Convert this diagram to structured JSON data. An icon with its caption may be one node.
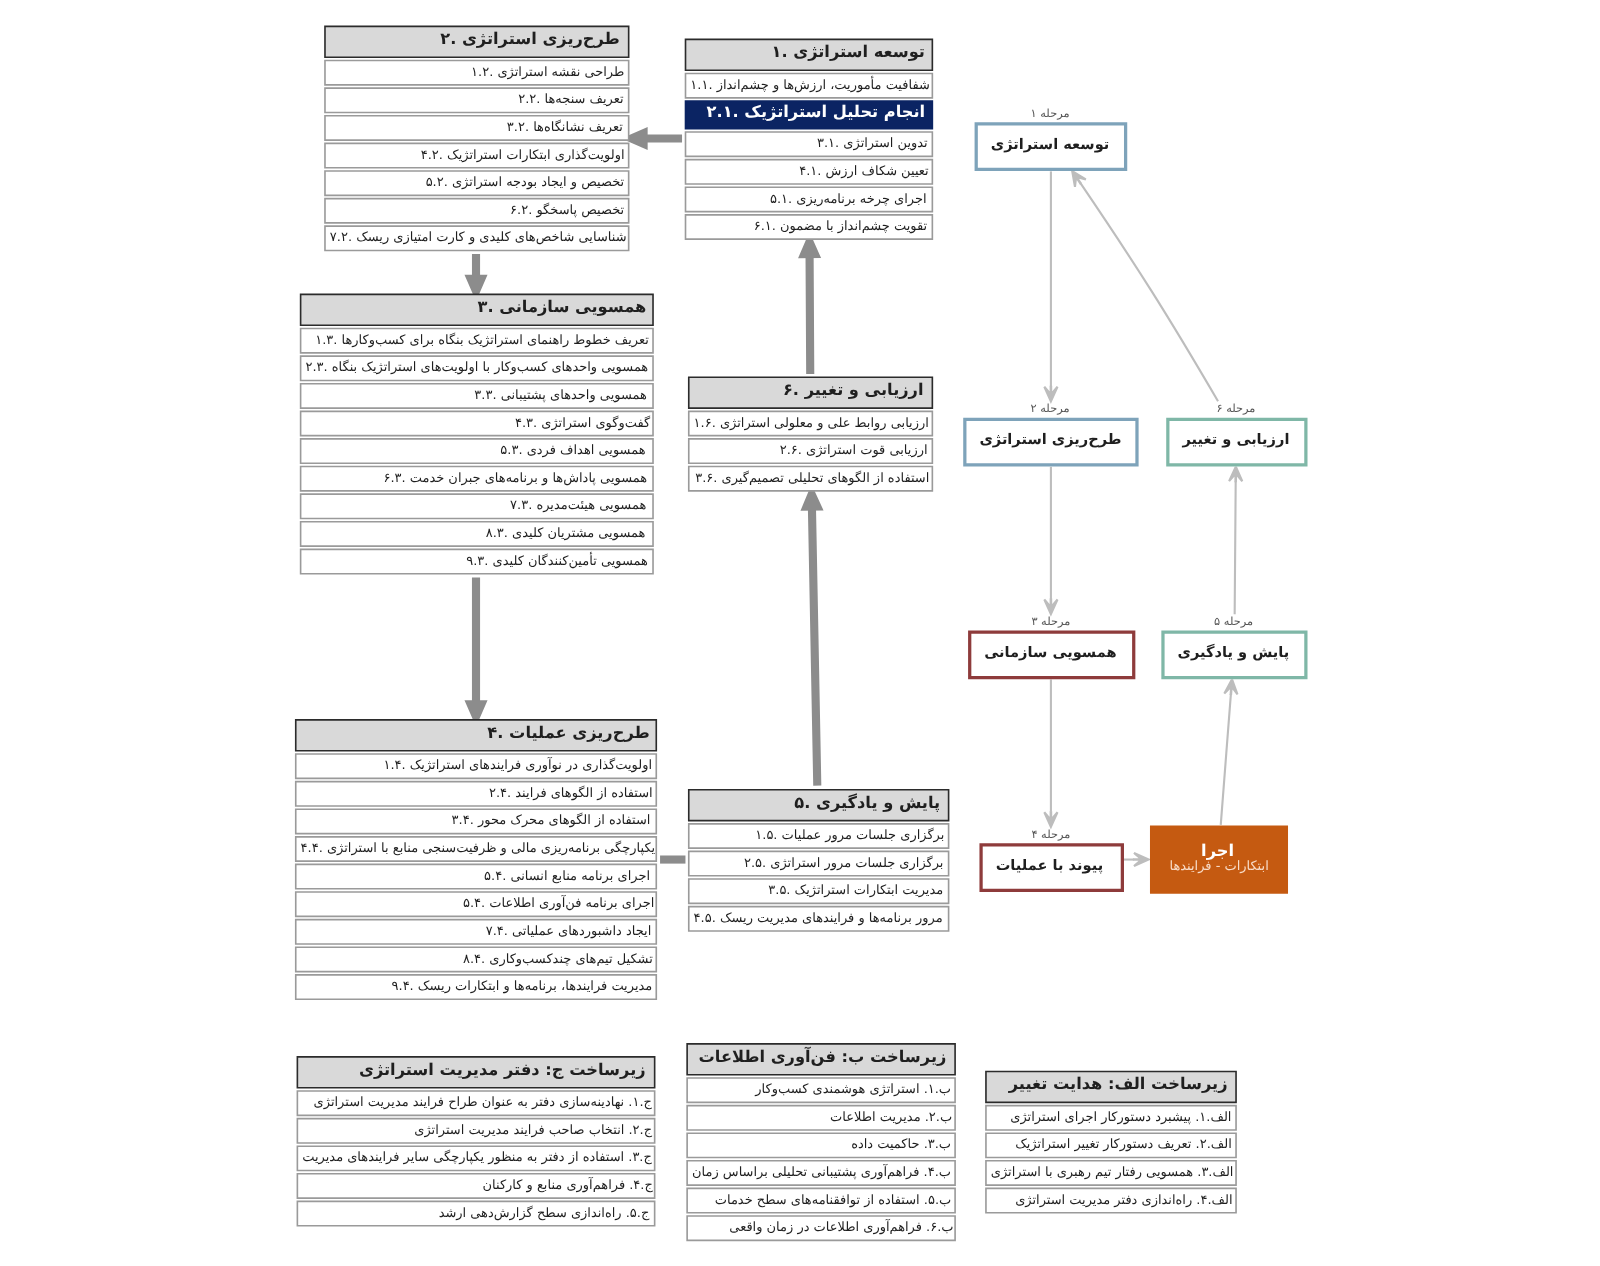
{
  "diagram": {
    "nodes": [
      {
        "text": [
          "۱. توسعه استراتژی",
          "۱.۱. شفافیت مأموریت، ارزش‌ها و چشم‌انداز",
          "۲.۱. انجام تحلیل استراتژیک",
          "۳.۱. تدوین استراتژی",
          "۴.۱. تعیین شکاف ارزش",
          "۵.۱. اجرای چرخه برنامه‌ریزی",
          "۶.۱. تقویت چشم‌انداز با مضمون"
        ]
      },
      {
        "text": [
          "۲. طرح‌ریزی استراتژی",
          "۱.۲. طراحی نقشه استراتژی",
          "۲.۲. تعریف سنجه‌ها",
          "۳.۲. تعریف نشانگاه‌ها",
          "۴.۲. اولویت‌گذاری ابتکارات استراتژیک",
          "۵.۲. تخصیص و ایجاد بودجه استراتژی",
          "۶.۲. تخصیص پاسخگو",
          "۷.۲. شناسایی شاخص‌های کلیدی و کارت امتیازی ریسک"
        ]
      },
      {
        "text": [
          "۳. همسویی سازمانی",
          "۱.۳. تعریف خطوط راهنمای استراتژیک بنگاه برای کسب‌وکارها",
          "۲.۳. همسویی واحدهای کسب‌وکار با اولویت‌های استراتژیک بنگاه",
          "۳.۳. همسویی واحدهای پشتیبانی",
          "۴.۳. گفت‌وگوی استراتژی",
          "۵.۳. همسویی اهداف فردی",
          "۶.۳. همسویی پاداش‌ها و برنامه‌های جبران خدمت",
          "۷.۳. همسویی هیئت‌مدیره",
          "۸.۳. همسویی مشتریان کلیدی",
          "۹.۳. همسویی تأمین‌کنندگان کلیدی"
        ]
      },
      {
        "text": [
          "۴. طرح‌ریزی عملیات",
          "۱.۴. اولویت‌گذاری در نوآوری فرایندهای استراتژیک",
          "۲.۴. استفاده از الگوهای فرایند",
          "۳.۴. استفاده از الگوهای محرک محور",
          "۴.۴. یکپارچگی برنامه‌ریزی مالی و ظرفیت‌سنجی منابع با استراتژی",
          "۵.۴. اجرای برنامه منابع انسانی",
          "۵.۴. اجرای برنامه فن‌آوری اطلاعات",
          "۷.۴. ایجاد داشبوردهای عملیاتی",
          "۸.۴. تشکیل تیم‌های چندکسب‌وکاری",
          "۹.۴. مدیریت فرایندها، برنامه‌ها و ابتکارات ریسک"
        ]
      },
      {
        "text": [
          "۵. پایش و یادگیری",
          "۱.۵. برگزاری جلسات مرور عملیات",
          "۲.۵. برگزاری جلسات مرور استراتژی",
          "۳.۵. مدیریت ابتکارات استراتژیک",
          "۴.۵. مرور برنامه‌ها و فرایندهای مدیریت ریسک"
        ]
      },
      {
        "text": [
          "۶. ارزیابی و تغییر",
          "۱.۶. ارزیابی روابط علی و معلولی استراتژی",
          "۲.۶. ارزیابی قوت استراتژی",
          "۳.۶. استفاده از الگوهای تحلیلی تصمیم‌گیری"
        ]
      },
      {
        "text": [
          "توسعه استراتژی"
        ],
        "beside": [
          "مرحله ۱"
        ]
      },
      {
        "text": [
          "طرح‌ریزی استراتژی"
        ],
        "beside": [
          "مرحله ۲"
        ]
      },
      {
        "text": [
          "همسویی سازمانی"
        ],
        "beside": [
          "مرحله ۳"
        ]
      },
      {
        "text": [
          "پیوند با عملیات"
        ],
        "beside": [
          "مرحله ۴"
        ]
      },
      {
        "text": [
          "اجرا",
          "ابتکارات - فرایندها"
        ]
      },
      {
        "text": [
          "پایش و یادگیری"
        ],
        "beside": [
          "مرحله ۵"
        ]
      },
      {
        "text": [
          "ارزیابی و تغییر"
        ],
        "beside": [
          "مرحله ۶"
        ]
      },
      {
        "text": [
          "زیرساخت الف: هدایت تغییر",
          "الف.۱. پیشبرد دستورکار اجرای استراتژی",
          "الف.۲. تعریف دستورکار تغییر استراتژیک",
          "الف.۳. همسویی رفتار تیم رهبری با استراتژی",
          "الف.۴. راه‌اندازی دفتر مدیریت استراتژی"
        ]
      },
      {
        "text": [
          "زیرساخت ب: فن‌آوری اطلاعات",
          "ب.۱. استراتژی هوشمندی کسب‌وکار",
          "ب.۲. مدیریت اطلاعات",
          "ب.۳. حاکمیت داده",
          "ب.۴. فراهم‌آوری پشتیبانی تحلیلی براساس زمان",
          "ب.۵. استفاده از توافقنامه‌های سطح خدمات",
          "ب.۶. فراهم‌آوری اطلاعات در زمان واقعی"
        ]
      },
      {
        "text": [
          "زیرساخت ج: دفتر مدیریت استراتژی",
          "ج.۱. نهادینه‌سازی دفتر به عنوان طراح فرایند مدیریت استراتژی",
          "ج.۲. انتخاب صاحب فرایند مدیریت استراتژی",
          "ج.۳. استفاده از دفتر به منظور یکپارچگی سایر فرایندهای مدیریت",
          "ج.۴. فراهم‌آوری منابع و کارکنان",
          "ج.۵. راه‌اندازی سطح گزارش‌دهی ارشد"
        ]
      }
    ],
    "edges": [
      {
        "from": 0,
        "to": 1,
        "arrow": "to",
        "style": "thick",
        "color": "#8c8c8c"
      },
      {
        "from": 1,
        "to": 2,
        "arrow": "to",
        "style": "thick",
        "color": "#8c8c8c"
      },
      {
        "from": 2,
        "to": 3,
        "arrow": "to",
        "style": "thick",
        "color": "#8c8c8c"
      },
      {
        "from": 3,
        "to": 4,
        "arrow": "none",
        "style": "thick",
        "color": "#8c8c8c"
      },
      {
        "from": 4,
        "to": 5,
        "arrow": "to",
        "style": "thick",
        "color": "#8c8c8c"
      },
      {
        "from": 5,
        "to": 0,
        "arrow": "to",
        "style": "thick",
        "color": "#8c8c8c"
      },
      {
        "from": 6,
        "to": 7,
        "arrow": "to"
      },
      {
        "from": 7,
        "to": 8,
        "arrow": "to"
      },
      {
        "from": 8,
        "to": 9,
        "arrow": "to"
      },
      {
        "from": 9,
        "to": 10,
        "arrow": "to"
      },
      {
        "from": 10,
        "to": 11,
        "arrow": "to"
      },
      {
        "from": 11,
        "to": 12,
        "arrow": "to"
      },
      {
        "from": 12,
        "to": 6,
        "arrow": "to"
      }
    ]
  }
}
